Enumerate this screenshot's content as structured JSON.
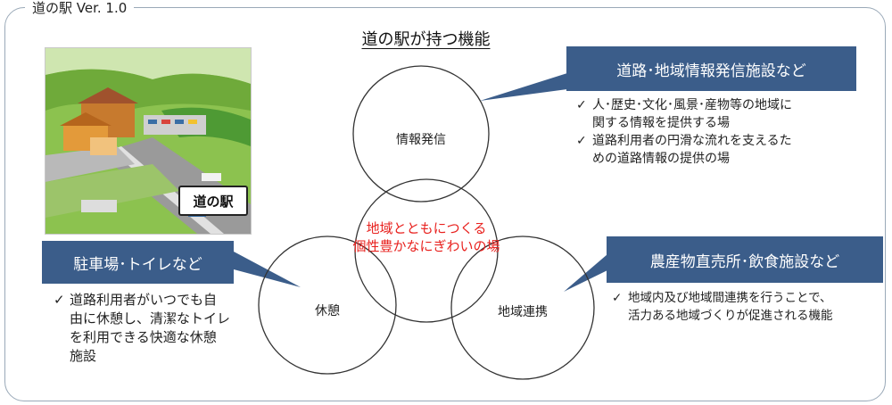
{
  "frame": {
    "label": "道の駅 Ver. 1.0"
  },
  "title": "道の駅が持つ機能",
  "illustration": {
    "sign_text": "道の駅"
  },
  "circles": {
    "top": "情報発信",
    "left": "休憩",
    "right": "地域連携"
  },
  "center_text": {
    "line1": "地域とともにつくる",
    "line2": "個性豊かなにぎわいの場"
  },
  "info_box": {
    "label": "道路･地域情報発信施設など",
    "bullets": [
      {
        "line1": "人･歴史･文化･風景･産物等の地域に",
        "line2": "関する情報を提供する場"
      },
      {
        "line1": "道路利用者の円滑な流れを支えるた",
        "line2": "めの道路情報の提供の場"
      }
    ]
  },
  "rest_box": {
    "label": "駐車場･トイレなど",
    "bullets": [
      {
        "line1": "道路利用者がいつでも自",
        "line2": "由に休憩し、清潔なトイレ",
        "line3": "を利用できる快適な休憩",
        "line4": "施設"
      }
    ]
  },
  "region_box": {
    "label": "農産物直売所･飲食施設など",
    "bullets": [
      {
        "line1": "地域内及び地域間連携を行うことで、",
        "line2": "活力ある地域づくりが促進される機能"
      }
    ]
  },
  "check_symbol": "✓",
  "colors": {
    "box_fill": "#3b5d8a",
    "accent_text": "#e8211e",
    "frame_border": "#9aa9b8"
  }
}
